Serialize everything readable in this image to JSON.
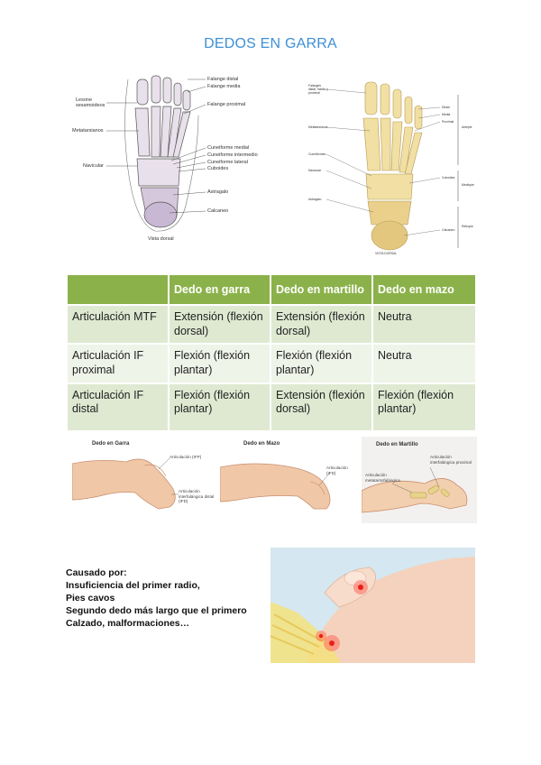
{
  "title": "DEDOS EN GARRA",
  "figure1": {
    "left_labels": [
      "Lesone sesamoideos",
      "Metatarsianos",
      "Navicular"
    ],
    "right_labels": [
      "Falange distal",
      "Falange media",
      "Falange proximal",
      "Cuneiforme medial",
      "Cuneiforme intermedio",
      "Cuneiforme lateral",
      "Cuboides",
      "Astragalo",
      "Calcaneo"
    ],
    "caption": "Vista dorsal"
  },
  "figure2": {
    "left_labels": [
      "Falanges distal, media y proximal",
      "Metatarsianos",
      "Cuneiformes",
      "Navicular",
      "Astragalo"
    ],
    "right_labels": [
      "Distal",
      "Media",
      "Proximal",
      "Cuboides",
      "Calcaneo"
    ],
    "side_labels": [
      "Antepie",
      "Mediopie",
      "Retropie"
    ],
    "caption": "VISTA DORSAL"
  },
  "table": {
    "headers": [
      "",
      "Dedo en garra",
      "Dedo en martillo",
      "Dedo en mazo"
    ],
    "rows": [
      [
        "Articulación MTF",
        "Extensión (flexión dorsal)",
        "Extensión (flexión dorsal)",
        "Neutra"
      ],
      [
        "Articulación IF proximal",
        "Flexión (flexión plantar)",
        "Flexión (flexión plantar)",
        "Neutra"
      ],
      [
        "Articulación IF distal",
        "Flexión (flexión plantar)",
        "Extensión (flexión dorsal)",
        "Flexión (flexión plantar)"
      ]
    ]
  },
  "toes": {
    "garra": {
      "caption": "Dedo en Garra",
      "label_a": "Articulación (IFP)",
      "label_b": "Articulación interfalángica distal (IFD)"
    },
    "mazo": {
      "caption": "Dedo en Mazo",
      "label_a": "Articulación (IFD)"
    },
    "martillo": {
      "caption": "Dedo en Martillo",
      "label_a": "Articulación interfalángica proximal",
      "label_b": "Articulación metatarsofalángica"
    }
  },
  "causes": {
    "heading": "Causado por:",
    "items": [
      "Insuficiencia del primer radio,",
      "Pies cavos",
      "Segundo dedo más largo que el primero",
      "Calzado, malformaciones…"
    ]
  },
  "colors": {
    "title": "#3d8fd6",
    "table_header": "#8bb24a",
    "row_dark": "#dfe9d2",
    "row_light": "#eff4e9"
  }
}
